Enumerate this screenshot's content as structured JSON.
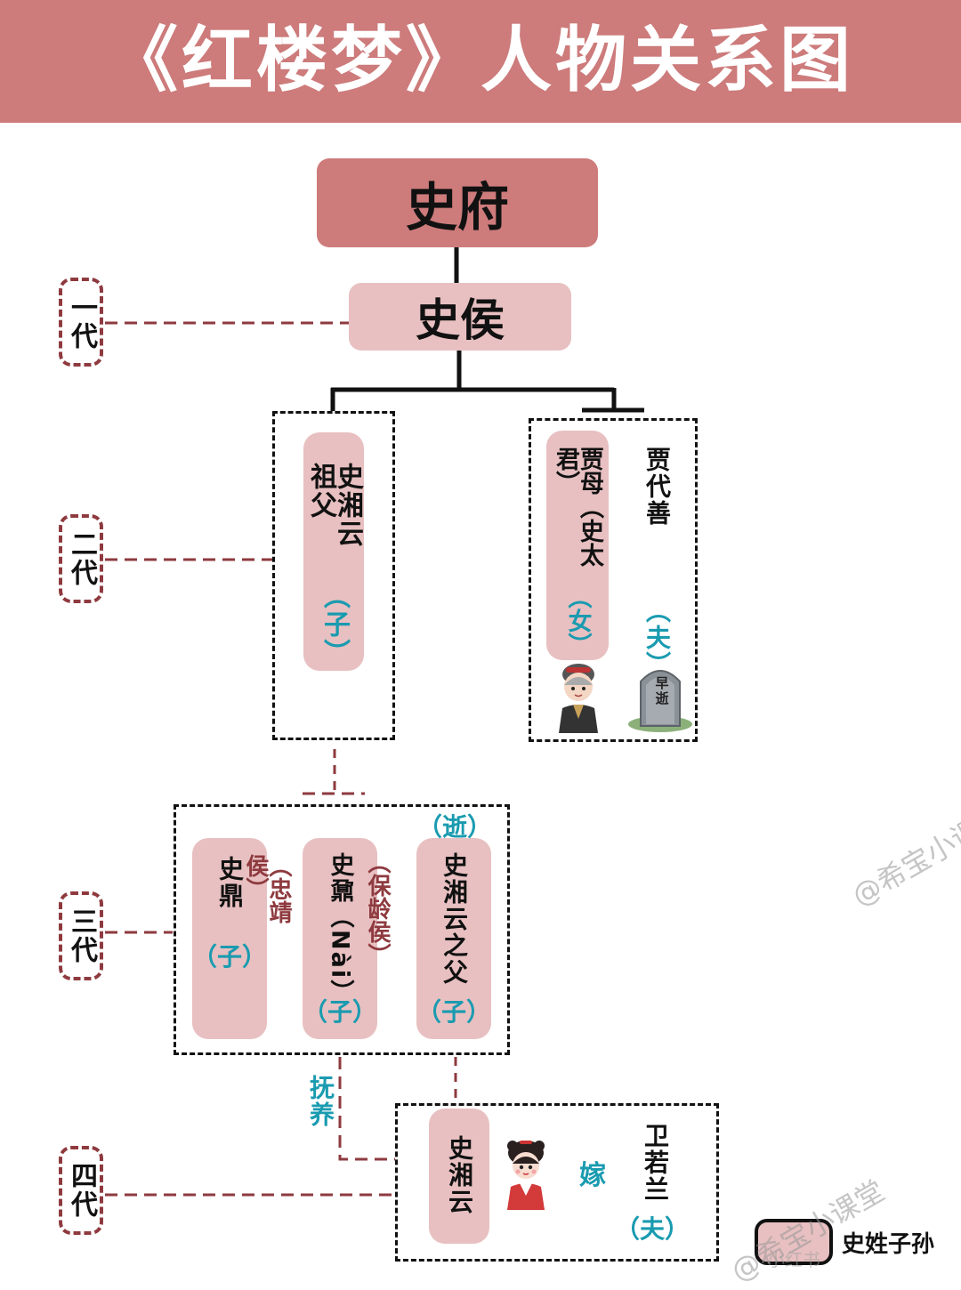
{
  "title": "《红楼梦》人物关系图",
  "root": "史府",
  "generations": [
    "一代",
    "二代",
    "三代",
    "四代"
  ],
  "gen1": {
    "name": "史侯"
  },
  "gen2": {
    "left": {
      "name": "史湘云祖父",
      "role": "（子）"
    },
    "right": {
      "main": {
        "name": "贾母（史太君）",
        "role": "（女）"
      },
      "spouse": {
        "name": "贾代善",
        "role": "（夫）",
        "tomb_text": "早逝"
      }
    }
  },
  "gen3": {
    "members": [
      {
        "name": "史鼎",
        "role": "（子）",
        "title": "（忠靖侯）"
      },
      {
        "name": "史鼐（Nài）",
        "role": "（子）",
        "title": "（保龄侯）"
      },
      {
        "name": "史湘云之父",
        "role": "（子）",
        "note": "（逝）"
      }
    ]
  },
  "gen4": {
    "main": {
      "name": "史湘云"
    },
    "relation": "嫁",
    "spouse": {
      "name": "卫若兰",
      "role": "（夫）"
    }
  },
  "foster_label": "抚养",
  "legend": {
    "label": "史姓子孙"
  },
  "watermarks": [
    "@希宝小课堂",
    "@希宝小课堂",
    "小红书"
  ],
  "colors": {
    "banner": "#cd7b7b",
    "dark_node": "#cd7b7b",
    "light_node": "#e8c0c1",
    "teal": "#1a9bb0",
    "maroon": "#8e3a3f"
  }
}
